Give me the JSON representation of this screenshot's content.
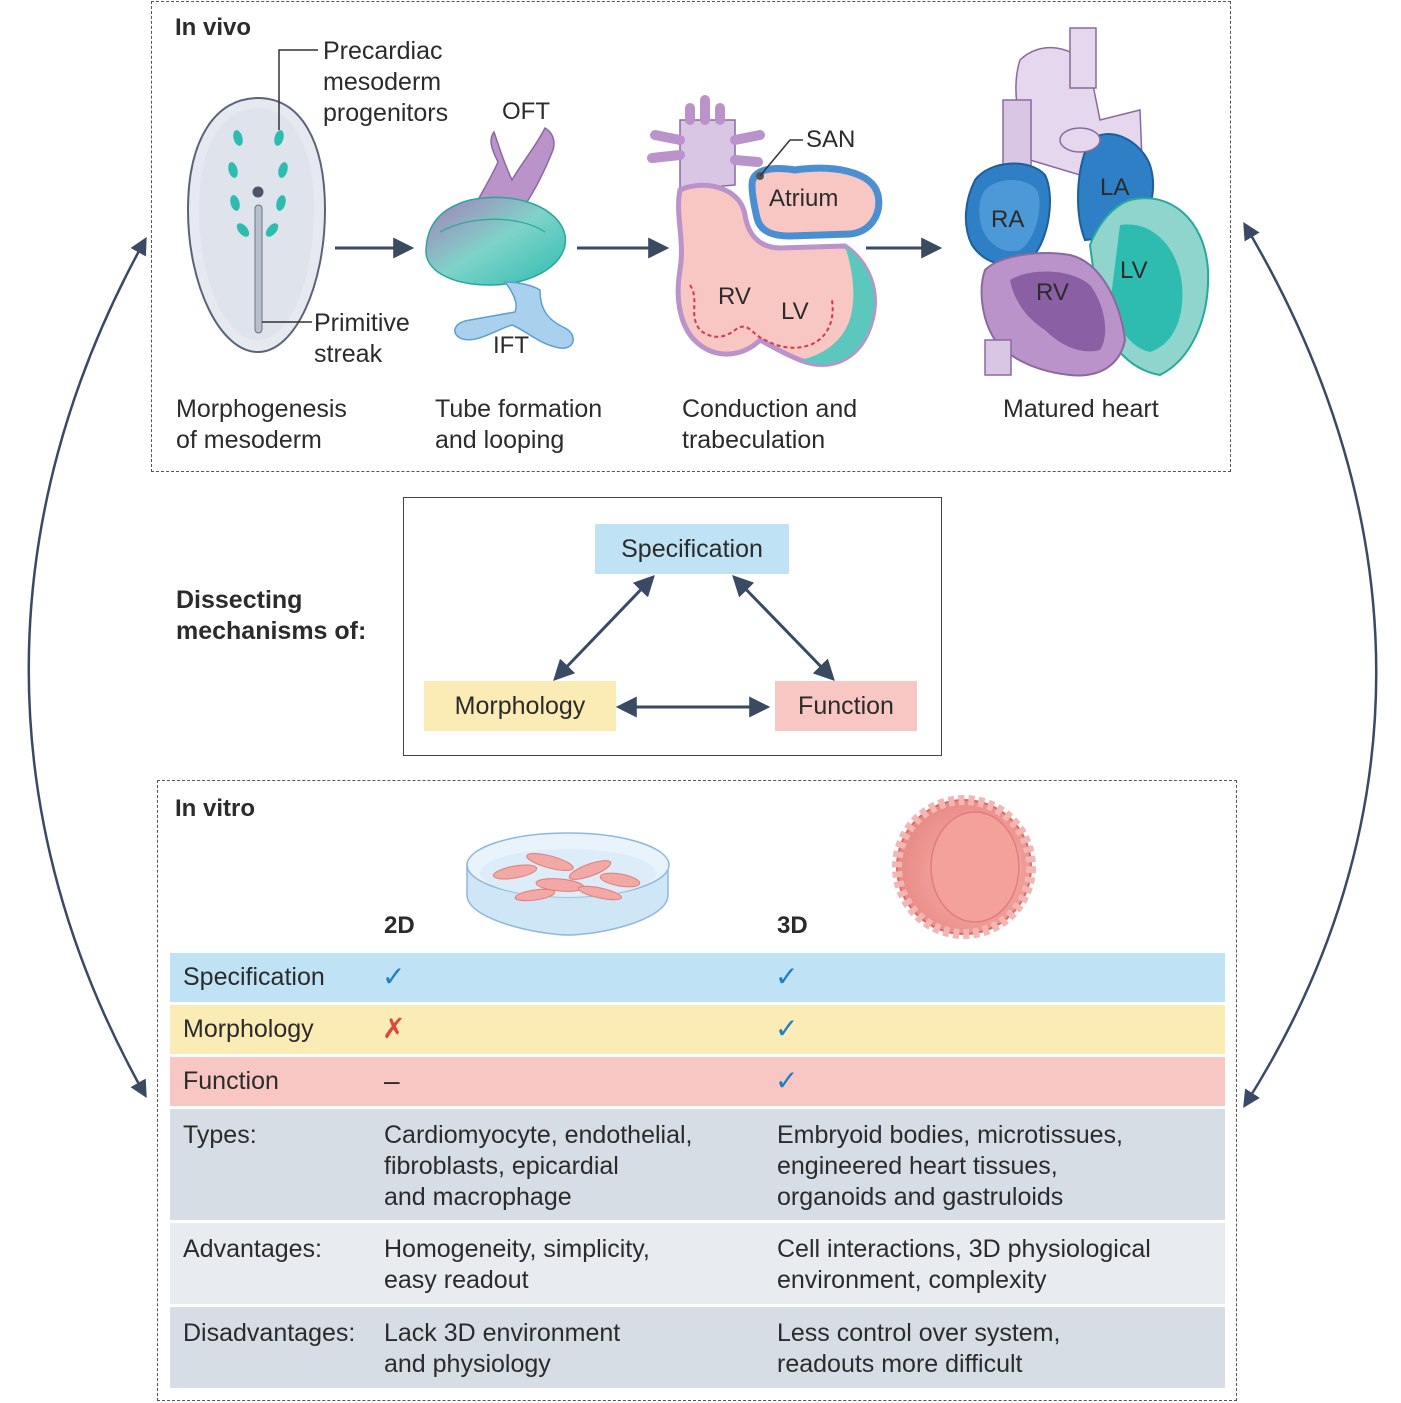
{
  "in_vivo": {
    "title": "In vivo",
    "labels": {
      "precardiac": "Precardiac\nmesoderm\nprogenitors",
      "primitive": "Primitive\nstreak",
      "oft": "OFT",
      "ift": "IFT",
      "san": "SAN",
      "atrium": "Atrium",
      "rv1": "RV",
      "lv1": "LV",
      "ra": "RA",
      "la": "LA",
      "rv2": "RV",
      "lv2": "LV"
    },
    "stages": [
      "Morphogenesis\nof mesoderm",
      "Tube formation\nand looping",
      "Conduction and\ntrabeculation",
      "Matured heart"
    ]
  },
  "mechanisms": {
    "heading": "Dissecting\nmechanisms of:",
    "specification": "Specification",
    "morphology": "Morphology",
    "function": "Function"
  },
  "in_vitro": {
    "title": "In vitro",
    "col_2d": "2D",
    "col_3d": "3D",
    "rows": [
      {
        "label": "Specification",
        "v2d": "✓",
        "v3d": "✓"
      },
      {
        "label": "Morphology",
        "v2d": "✗",
        "v3d": "✓"
      },
      {
        "label": "Function",
        "v2d": "–",
        "v3d": "✓"
      }
    ],
    "details": [
      {
        "label": "Types:",
        "v2d": "Cardiomyocyte, endothelial,\nfibroblasts, epicardial\nand macrophage",
        "v3d": "Embryoid bodies, microtissues,\nengineered heart tissues,\norganoids and gastruloids"
      },
      {
        "label": "Advantages:",
        "v2d": "Homogeneity, simplicity,\neasy readout",
        "v3d": "Cell interactions, 3D physiological\nenvironment, complexity"
      },
      {
        "label": "Disadvantages:",
        "v2d": "Lack 3D environment\nand physiology",
        "v3d": "Less control over system,\nreadouts more difficult"
      }
    ]
  },
  "colors": {
    "specification": "#bfe3f5",
    "morphology": "#fbecb5",
    "function": "#f8c7c3",
    "detail_dark": "#d7dde5",
    "detail_light": "#e8ecf1",
    "arrow": "#3a4a63",
    "check": "#1f7fc4",
    "cross": "#d94a3a"
  }
}
